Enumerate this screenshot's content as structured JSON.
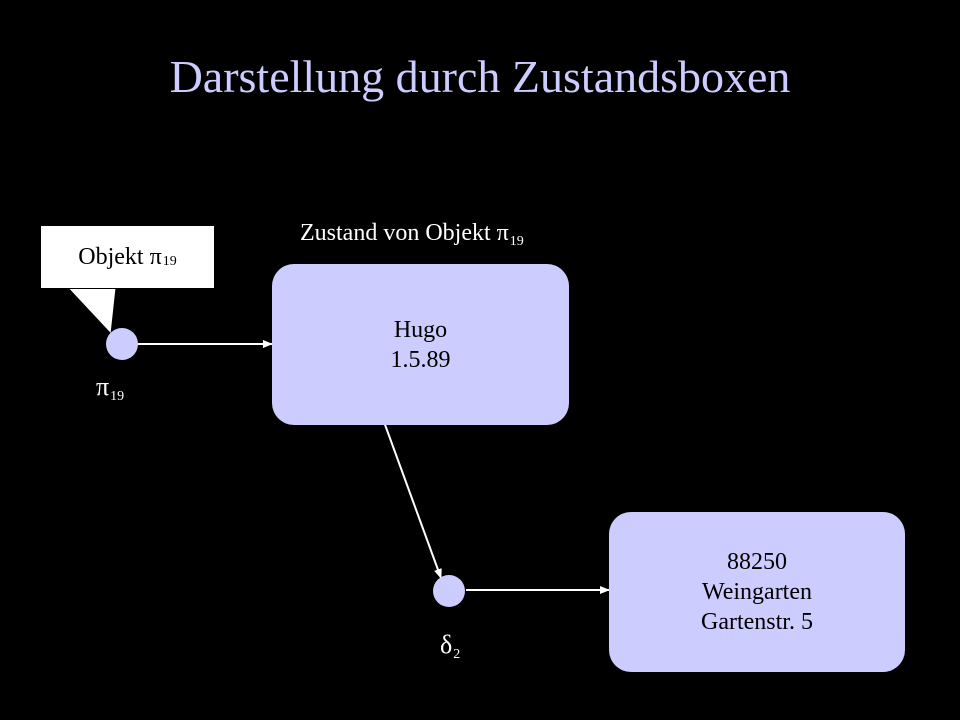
{
  "title": "Darstellung durch Zustandsboxen",
  "state_caption": {
    "text": "Zustand von Objekt π",
    "sub": "19"
  },
  "callout": {
    "text": "Objekt π",
    "sub": "19"
  },
  "node1_label": {
    "text": "π",
    "sub": "19"
  },
  "node2_label": {
    "text": "δ",
    "sub": "2"
  },
  "box1_lines": [
    "Hugo",
    "1.5.89"
  ],
  "box2_lines": [
    "88250",
    "Weingarten",
    "Gartenstr. 5"
  ],
  "colors": {
    "background": "#000000",
    "title": "#ccccff",
    "box_fill": "#ccccff",
    "text_light": "#ffffff",
    "text_dark": "#000000"
  }
}
